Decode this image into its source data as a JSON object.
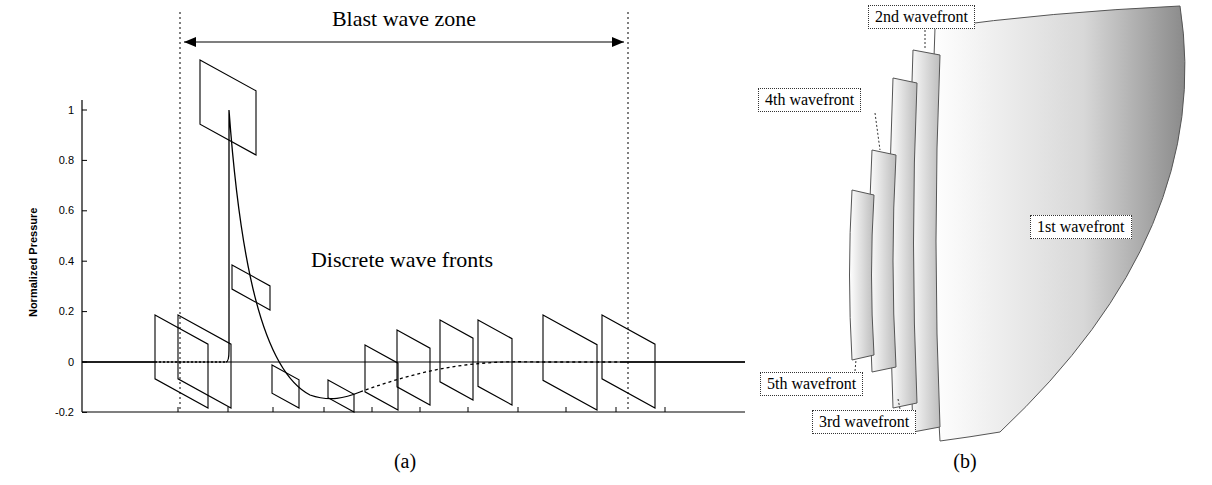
{
  "diagram": {
    "nodes": [
      {
        "text": [
          "2nd wavefront"
        ]
      },
      {
        "text": [
          "4th wavefront"
        ]
      },
      {
        "text": [
          "1st wavefront"
        ]
      },
      {
        "text": [
          "5th wavefront"
        ]
      },
      {
        "text": [
          "3rd wavefront"
        ]
      }
    ],
    "labels": [
      "Blast wave zone",
      "Discrete wave fronts",
      "Normalized Pressure",
      "1",
      "0.8",
      "0.6",
      "0.4",
      "0.2",
      "0",
      "-0.2",
      "(a)",
      "(b)"
    ]
  }
}
